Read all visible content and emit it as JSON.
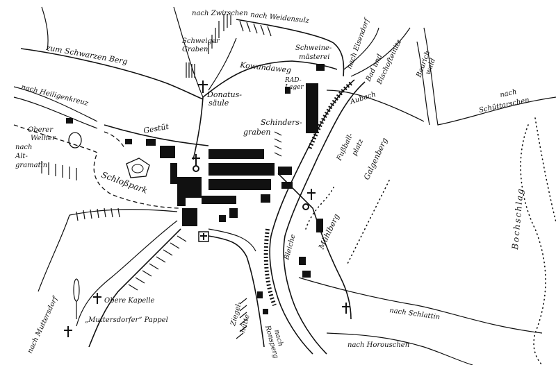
{
  "labels": {
    "zum_schwarzen_berg": "zum Schwarzen Berg",
    "nach_zwirschen": "nach Zwirschen",
    "nach_weidensulz": "nach Weidensulz",
    "schweiger_graben_1": "Schweiger",
    "schweiger_graben_2": "Graben",
    "schweine_mästerei_1": "Schweine-",
    "schweine_mästerei_2": "mästerei",
    "kowandaweg": "Kowandaweg",
    "nach_eisendorf": "nach Eisendorf",
    "bad_und_bischofteinitz_1": "Bad und",
    "bad_und_bischofteinitz_2": "Bischofteinitz",
    "baurich_wald_1": "Baurich",
    "baurich_wald_2": "wald",
    "nach_heiligenkreuz": "nach Heiligenkreuz",
    "donatus_säule_1": "Donatus-",
    "donatus_säule_2": "säule",
    "rad_lager_1": "RAD-",
    "rad_lager_2": "Lager",
    "aubach": "Aubach",
    "nach_schüttarschen_1": "nach",
    "nach_schüttarschen_2": "Schüttarschen",
    "gestüt": "Gestüt",
    "schinders_graben_1": "Schinders-",
    "schinders_graben_2": "graben",
    "oberer_weiher_1": "Oberer",
    "oberer_weiher_2": "Weiher",
    "nach_altgramatin_1": "nach",
    "nach_altgramatin_2": "Alt-",
    "nach_altgramatin_3": "gramatin",
    "schloßpark": "Schloßpark",
    "fussball_platz_1": "Fußball-",
    "fussball_platz_2": "platz",
    "galgenberg": "Galgenberg",
    "bochschlag": "Bochschlag",
    "mühlberg": "Mühlberg",
    "bleiche": "Bleiche",
    "obere_kapelle": "Obere Kapelle",
    "muttersdorfer_pappel": "„Muttersdorfer“ Pappel",
    "nach_muttersdorf": "nach Muttersdorf",
    "ziegel_hütte_1": "Ziegel-",
    "ziegel_hütte_2": "hütte",
    "nach_ronsperg_1": "nach",
    "nach_ronsperg_2": "Ronsperg",
    "nach_schlattin": "nach Schlattin",
    "nach_horouschen": "nach Horouschen"
  },
  "colors": {
    "ink": "#111111",
    "paper": "#ffffff"
  }
}
